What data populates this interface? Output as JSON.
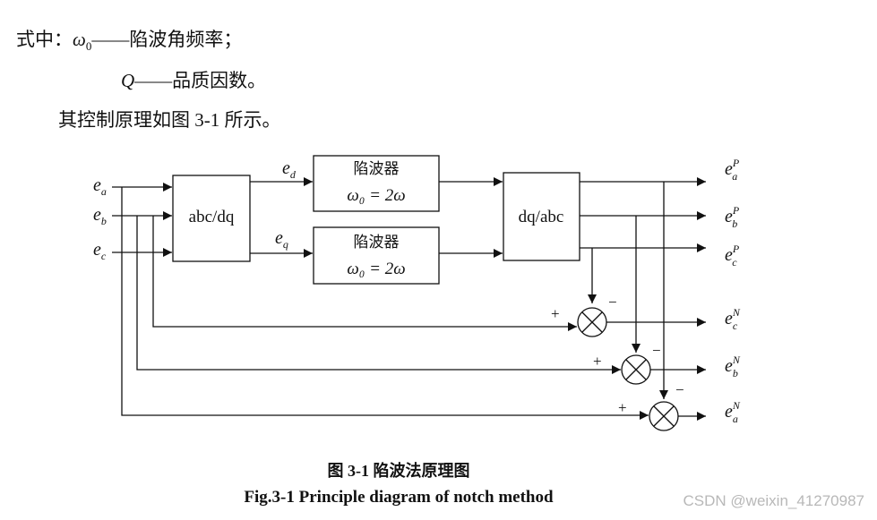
{
  "text": {
    "line1_prefix": "式中：",
    "line1_symbol": "ω",
    "line1_sub": "0",
    "line1_rest": "——陷波角频率；",
    "line2_symbol": "Q",
    "line2_rest": "——品质因数。",
    "line3": "其控制原理如图 3-1 所示。"
  },
  "diagram": {
    "input_e": "e",
    "inputs_sub": [
      "a",
      "b",
      "c"
    ],
    "block_abcdq": "abc/dq",
    "block_dqabc": "dq/abc",
    "notch_title": "陷波器",
    "notch_eq": "ω₀ = 2ω",
    "sig_ed_sub": "d",
    "sig_eq_sub": "q",
    "outputs": [
      {
        "sup": "P",
        "sub": "a"
      },
      {
        "sup": "P",
        "sub": "b"
      },
      {
        "sup": "P",
        "sub": "c"
      },
      {
        "sup": "N",
        "sub": "c"
      },
      {
        "sup": "N",
        "sub": "b"
      },
      {
        "sup": "N",
        "sub": "a"
      }
    ],
    "plus": "+",
    "minus": "−"
  },
  "caption": {
    "cn": "图 3-1  陷波法原理图",
    "en": "Fig.3-1 Principle diagram of notch method"
  },
  "watermark": "CSDN @weixin_41270987"
}
